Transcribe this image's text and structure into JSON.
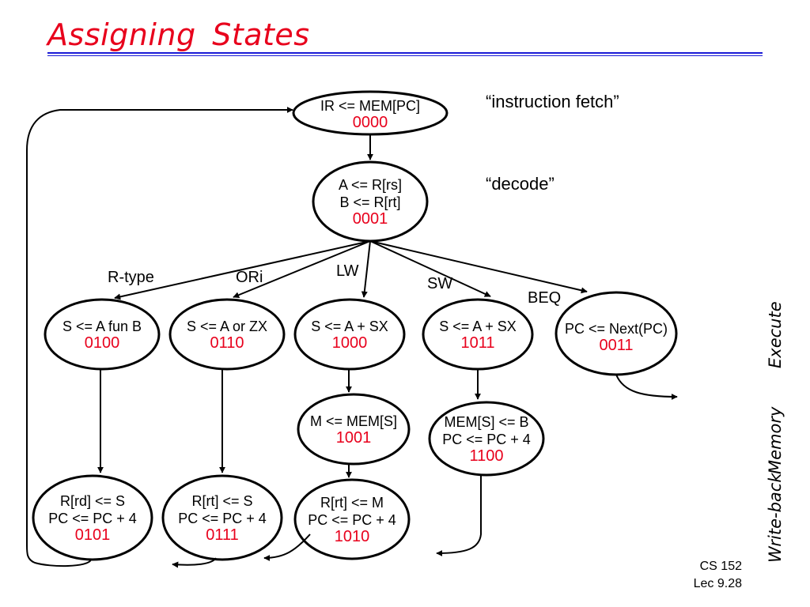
{
  "title": "Assigning  States",
  "notes": {
    "fetch": "“instruction fetch”",
    "decode": "“decode”"
  },
  "edge_labels": {
    "rtype": "R-type",
    "ori": "ORi",
    "lw": "LW",
    "sw": "SW",
    "beq": "BEQ"
  },
  "states": {
    "fetch": {
      "lines": [
        "IR <= MEM[PC]"
      ],
      "code": "0000"
    },
    "decode": {
      "lines": [
        "A <= R[rs]",
        "B <= R[rt]"
      ],
      "code": "0001"
    },
    "rtype_exec": {
      "lines": [
        "S <= A fun B"
      ],
      "code": "0100"
    },
    "ori_exec": {
      "lines": [
        "S <= A or ZX"
      ],
      "code": "0110"
    },
    "lw_exec": {
      "lines": [
        "S <= A + SX"
      ],
      "code": "1000"
    },
    "sw_exec": {
      "lines": [
        "S <= A + SX"
      ],
      "code": "1011"
    },
    "beq_exec": {
      "lines": [
        "PC <= Next(PC)"
      ],
      "code": "0011"
    },
    "lw_mem": {
      "lines": [
        "M <= MEM[S]"
      ],
      "code": "1001"
    },
    "sw_mem": {
      "lines": [
        "MEM[S] <= B",
        "PC <= PC + 4"
      ],
      "code": "1100"
    },
    "rtype_wb": {
      "lines": [
        "R[rd] <= S",
        "PC <= PC + 4"
      ],
      "code": "0101"
    },
    "ori_wb": {
      "lines": [
        "R[rt] <= S",
        "PC <= PC + 4"
      ],
      "code": "0111"
    },
    "lw_wb": {
      "lines": [
        "R[rt] <= M",
        "PC <= PC + 4"
      ],
      "code": "1010"
    }
  },
  "stage_labels": {
    "execute": "Execute",
    "memory": "Memory",
    "writeback": "Write-back"
  },
  "footer": {
    "course": "CS 152",
    "lecture": "Lec 9.28"
  }
}
